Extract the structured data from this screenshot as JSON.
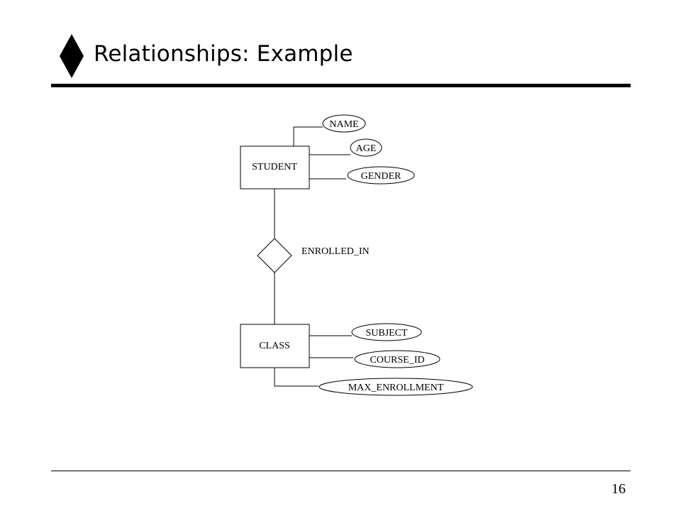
{
  "title": "Relationships: Example",
  "page_number": "16",
  "entities": [
    {
      "id": "student",
      "label": "STUDENT"
    },
    {
      "id": "class",
      "label": "CLASS"
    }
  ],
  "relationship": {
    "label": "ENROLLED_IN"
  },
  "attributes": {
    "student": [
      "NAME",
      "AGE",
      "GENDER"
    ],
    "class": [
      "SUBJECT",
      "COURSE_ID",
      "MAX_ENROLLMENT"
    ]
  }
}
